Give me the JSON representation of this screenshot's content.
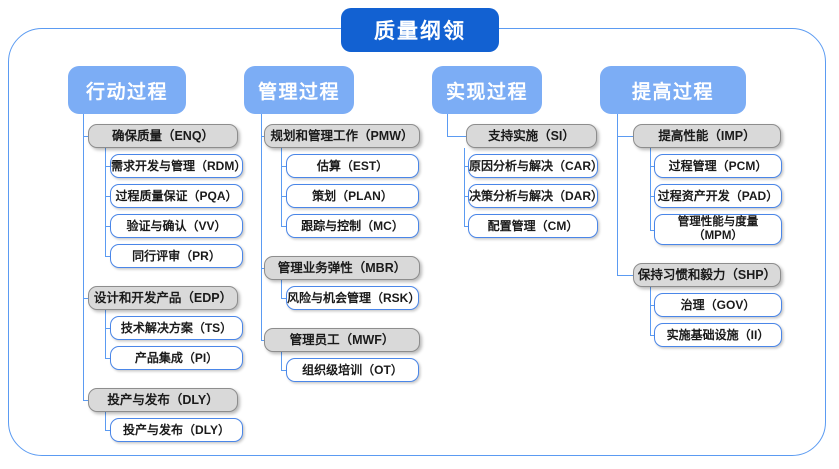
{
  "root": {
    "title": "质量纲领"
  },
  "columns": [
    {
      "header": "行动过程",
      "groups": [
        {
          "label": "确保质量（ENQ）",
          "items": [
            "需求开发与管理（RDM）",
            "过程质量保证（PQA）",
            "验证与确认（VV）",
            "同行评审（PR）"
          ]
        },
        {
          "label": "设计和开发产品（EDP）",
          "items": [
            "技术解决方案（TS）",
            "产品集成（PI）"
          ]
        },
        {
          "label": "投产与发布（DLY）",
          "items": [
            "投产与发布（DLY）"
          ]
        }
      ]
    },
    {
      "header": "管理过程",
      "groups": [
        {
          "label": "规划和管理工作（PMW）",
          "items": [
            "估算（EST）",
            "策划（PLAN）",
            "跟踪与控制（MC）"
          ]
        },
        {
          "label": "管理业务弹性（MBR）",
          "items": [
            "风险与机会管理（RSK）"
          ]
        },
        {
          "label": "管理员工（MWF）",
          "items": [
            "组织级培训（OT）"
          ]
        }
      ]
    },
    {
      "header": "实现过程",
      "groups": [
        {
          "label": "支持实施（SI）",
          "items": [
            "原因分析与解决（CAR）",
            "决策分析与解决（DAR）",
            "配置管理（CM）"
          ]
        }
      ]
    },
    {
      "header": "提高过程",
      "groups": [
        {
          "label": "提高性能（IMP）",
          "items": [
            "过程管理（PCM）",
            "过程资产开发（PAD）",
            "管理性能与度量\n（MPM）"
          ]
        },
        {
          "label": "保持习惯和毅力（SHP）",
          "items": [
            "治理（GOV）",
            "实施基础设施（II）"
          ]
        }
      ]
    }
  ],
  "colors": {
    "root_bg": "#1261d2",
    "header_bg": "#7cadf5",
    "group_bg": "#d9d9d9",
    "group_border": "#8d8d8d",
    "leaf_border": "#4a86e8",
    "line": "#5b9bf2",
    "frame_border": "#5b9bf2"
  }
}
